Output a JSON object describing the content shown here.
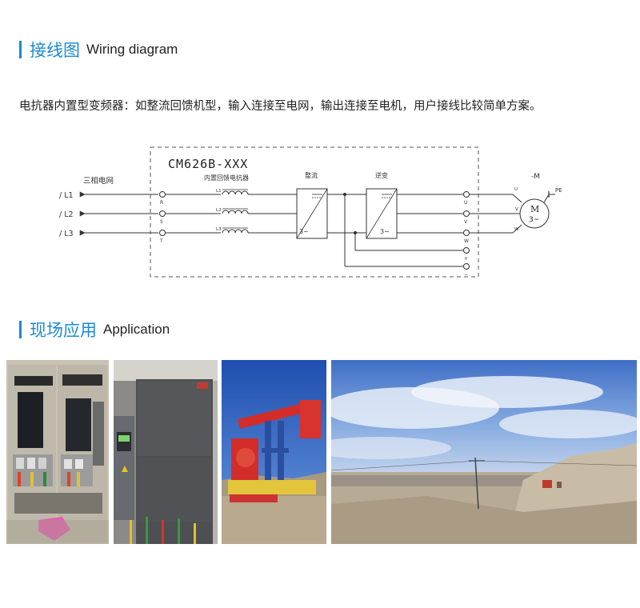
{
  "section1": {
    "title_zh": "接线图",
    "title_en": "Wiring diagram"
  },
  "description": "电抗器内置型变频器：如整流回馈机型，输入连接至电网，输出连接至电机，用户接线比较简单方案。",
  "diagram": {
    "model": "CM626B-XXX",
    "grid_label": "三相电网",
    "reactor_label": "内置回馈电抗器",
    "rectifier_label": "整流",
    "inverter_label": "逆变",
    "motor_label": "-M",
    "pe_label": "PE",
    "motor_symbol": "M",
    "motor_phase": "3~",
    "block_phase": "3~",
    "lines": [
      "/ L1",
      "/ L2",
      "/ L3"
    ],
    "input_terminals": [
      "R",
      "S",
      "T"
    ],
    "reactors": [
      "L1",
      "L2",
      "L3"
    ],
    "output_terminals": [
      "U",
      "V",
      "W"
    ],
    "dc_terminals": [
      "+",
      "−"
    ],
    "motor_terminals": [
      "U",
      "V",
      "W"
    ]
  },
  "section2": {
    "title_zh": "现场应用",
    "title_en": "Application"
  },
  "photos": [
    {
      "name": "control-cabinet-wiring"
    },
    {
      "name": "installed-inverter-unit"
    },
    {
      "name": "oil-pumpjack"
    },
    {
      "name": "oilfield-landscape"
    }
  ],
  "colors": {
    "accent": "#1a8ad6",
    "line": "#333333",
    "dash": "#555555"
  }
}
